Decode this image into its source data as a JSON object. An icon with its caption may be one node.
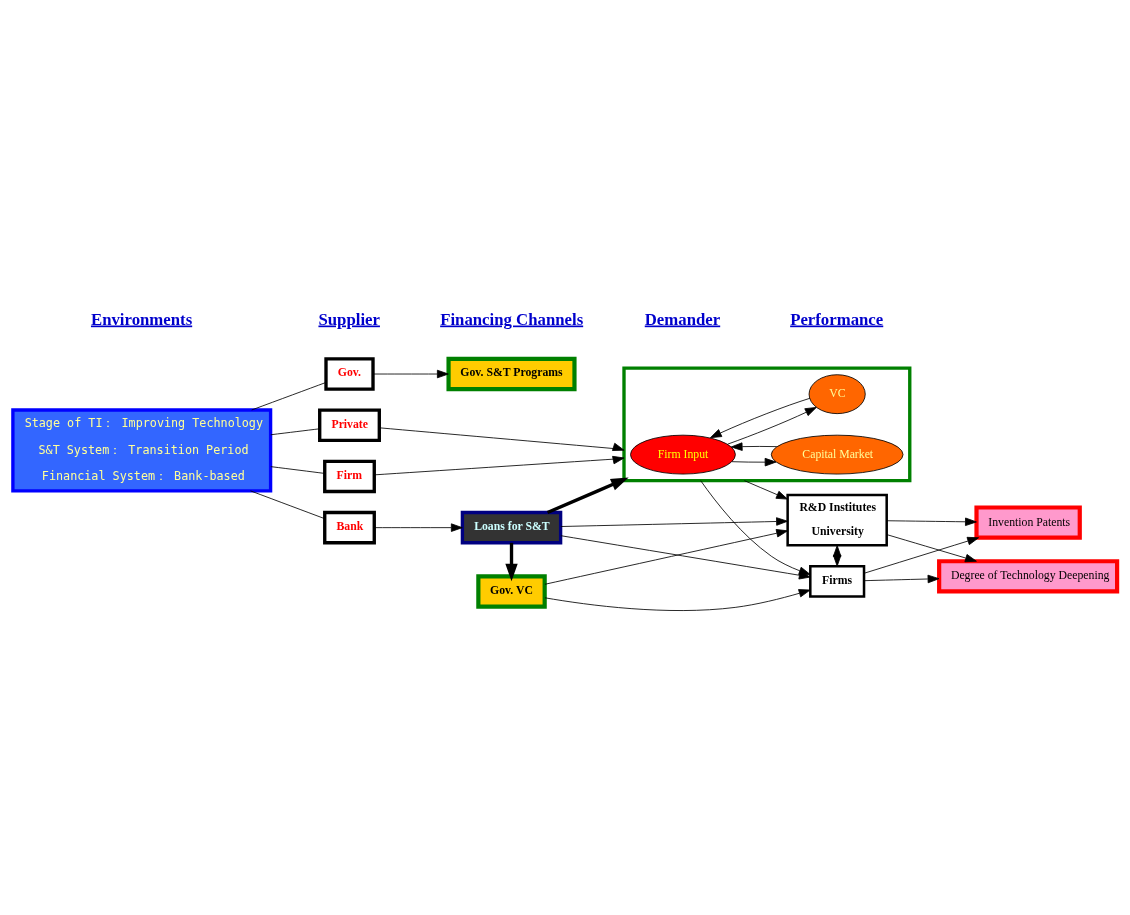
{
  "diagram": {
    "nodes": [
      {
        "text": [
          "Stage of TI： Improving Technology",
          "S&T System： Transition Period",
          "Financial System： Bank-based"
        ]
      },
      {
        "text": [
          "Gov."
        ]
      },
      {
        "text": [
          "Bank"
        ]
      },
      {
        "text": [
          "Firm"
        ]
      },
      {
        "text": [
          "Private"
        ]
      },
      {
        "text": [
          "Gov. S&T Programs"
        ]
      },
      {
        "text": [
          "Gov. VC"
        ]
      },
      {
        "text": [
          "Loans for S&T"
        ]
      },
      {
        "text": [],
        "shape": "box"
      },
      {
        "text": [
          "Firm Input"
        ],
        "in": 8
      },
      {
        "text": [
          "Capital Market"
        ],
        "in": 8
      },
      {
        "text": [
          "VC"
        ],
        "in": 8
      },
      {
        "text": [
          "R&D Institutes",
          "University"
        ]
      },
      {
        "text": [
          "Firms"
        ]
      },
      {
        "text": [
          "Invention Patents"
        ]
      },
      {
        "text": [
          "Degree of Technology Deepening"
        ]
      }
    ],
    "edges": [
      {
        "from": 0,
        "to": 1,
        "arrow": "none"
      },
      {
        "from": 0,
        "to": 2,
        "arrow": "none"
      },
      {
        "from": 0,
        "to": 3,
        "arrow": "none"
      },
      {
        "from": 0,
        "to": 4,
        "arrow": "none"
      },
      {
        "from": 1,
        "to": 5,
        "arrow": "to"
      },
      {
        "from": 2,
        "to": 7,
        "arrow": "to"
      },
      {
        "from": 3,
        "to": 8,
        "arrow": "to"
      },
      {
        "from": 4,
        "to": 8,
        "arrow": "to"
      },
      {
        "from": 7,
        "to": 6,
        "arrow": "to",
        "style": "thick"
      },
      {
        "from": 7,
        "to": 8,
        "arrow": "to",
        "style": "thick"
      },
      {
        "from": 6,
        "to": 12,
        "arrow": "to"
      },
      {
        "from": 6,
        "to": 13,
        "arrow": "to"
      },
      {
        "from": 7,
        "to": 12,
        "arrow": "to"
      },
      {
        "from": 7,
        "to": 13,
        "arrow": "to"
      },
      {
        "from": 8,
        "to": 12,
        "arrow": "to"
      },
      {
        "from": 8,
        "to": 13,
        "arrow": "to"
      },
      {
        "from": 12,
        "to": 13,
        "arrow": "both"
      },
      {
        "from": 12,
        "to": 14,
        "arrow": "to"
      },
      {
        "from": 12,
        "to": 15,
        "arrow": "to"
      },
      {
        "from": 13,
        "to": 14,
        "arrow": "to"
      },
      {
        "from": 13,
        "to": 15,
        "arrow": "to"
      },
      {
        "from": 9,
        "to": 10,
        "arrow": "to"
      },
      {
        "from": 10,
        "to": 9,
        "arrow": "to"
      },
      {
        "from": 9,
        "to": 11,
        "arrow": "to"
      },
      {
        "from": 11,
        "to": 9,
        "arrow": "to"
      }
    ],
    "labels": [
      "Environments",
      "Supplier",
      "Financing Channels",
      "Demander",
      "Performance"
    ]
  }
}
